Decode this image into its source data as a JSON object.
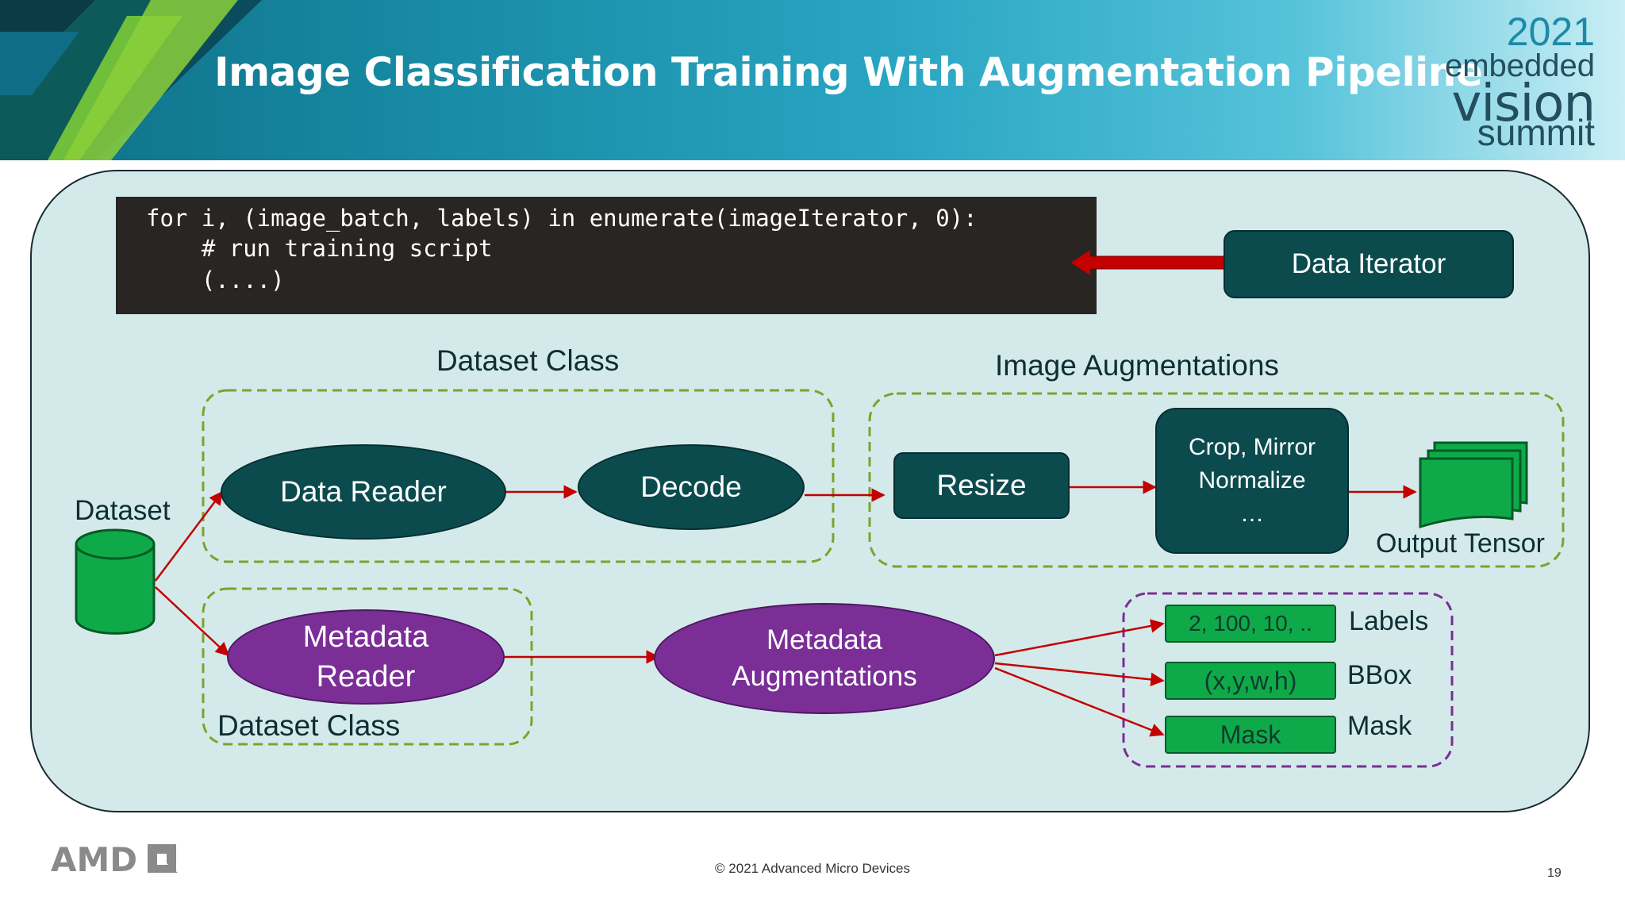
{
  "header": {
    "title": "Image Classification Training With Augmentation Pipeline",
    "logo": {
      "year": "2021",
      "line1": "embedded",
      "line2": "vision",
      "line3": "summit"
    },
    "colors": {
      "band_left": "#0e6f86",
      "band_right": "#c9eef5"
    }
  },
  "code": {
    "line1": "for i, (image_batch, labels) in enumerate(imageIterator, 0):",
    "line2": "    # run training script",
    "line3": "    (....)"
  },
  "diagram": {
    "data_iterator": "Data Iterator",
    "dataset_label": "Dataset",
    "dataset_class_top": "Dataset Class",
    "dataset_class_bottom": "Dataset Class",
    "image_augmentations": "Image Augmentations",
    "data_reader": "Data Reader",
    "decode": "Decode",
    "resize": "Resize",
    "crop_line1": "Crop, Mirror",
    "crop_line2": "Normalize",
    "crop_line3": "…",
    "output_tensor": "Output Tensor",
    "metadata_reader_line1": "Metadata",
    "metadata_reader_line2": "Reader",
    "metadata_aug_line1": "Metadata",
    "metadata_aug_line2": "Augmentations",
    "out_labels_value": "2, 100, 10, ..",
    "out_labels_name": "Labels",
    "out_bbox_value": "(x,y,w,h)",
    "out_bbox_name": "BBox",
    "out_mask_value": "Mask",
    "out_mask_name": "Mask"
  },
  "colors": {
    "panel_bg": "#d4eaea",
    "teal_node": "#0b4b4e",
    "purple_node": "#7a2e96",
    "green_node": "#0eaa49",
    "arrow": "#c40000",
    "dashed_green": "#7ea12e",
    "dashed_purple": "#7a2e96"
  },
  "footer": {
    "brand": "AMD",
    "copyright": "© 2021 Advanced Micro Devices",
    "page": "19"
  }
}
